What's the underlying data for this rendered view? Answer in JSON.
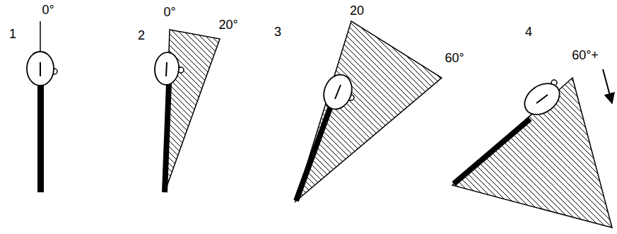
{
  "diagram": {
    "labels": [
      "1",
      "0°",
      "2",
      "0°",
      "20°",
      "3",
      "20",
      "60°",
      "4",
      "60°+"
    ]
  }
}
